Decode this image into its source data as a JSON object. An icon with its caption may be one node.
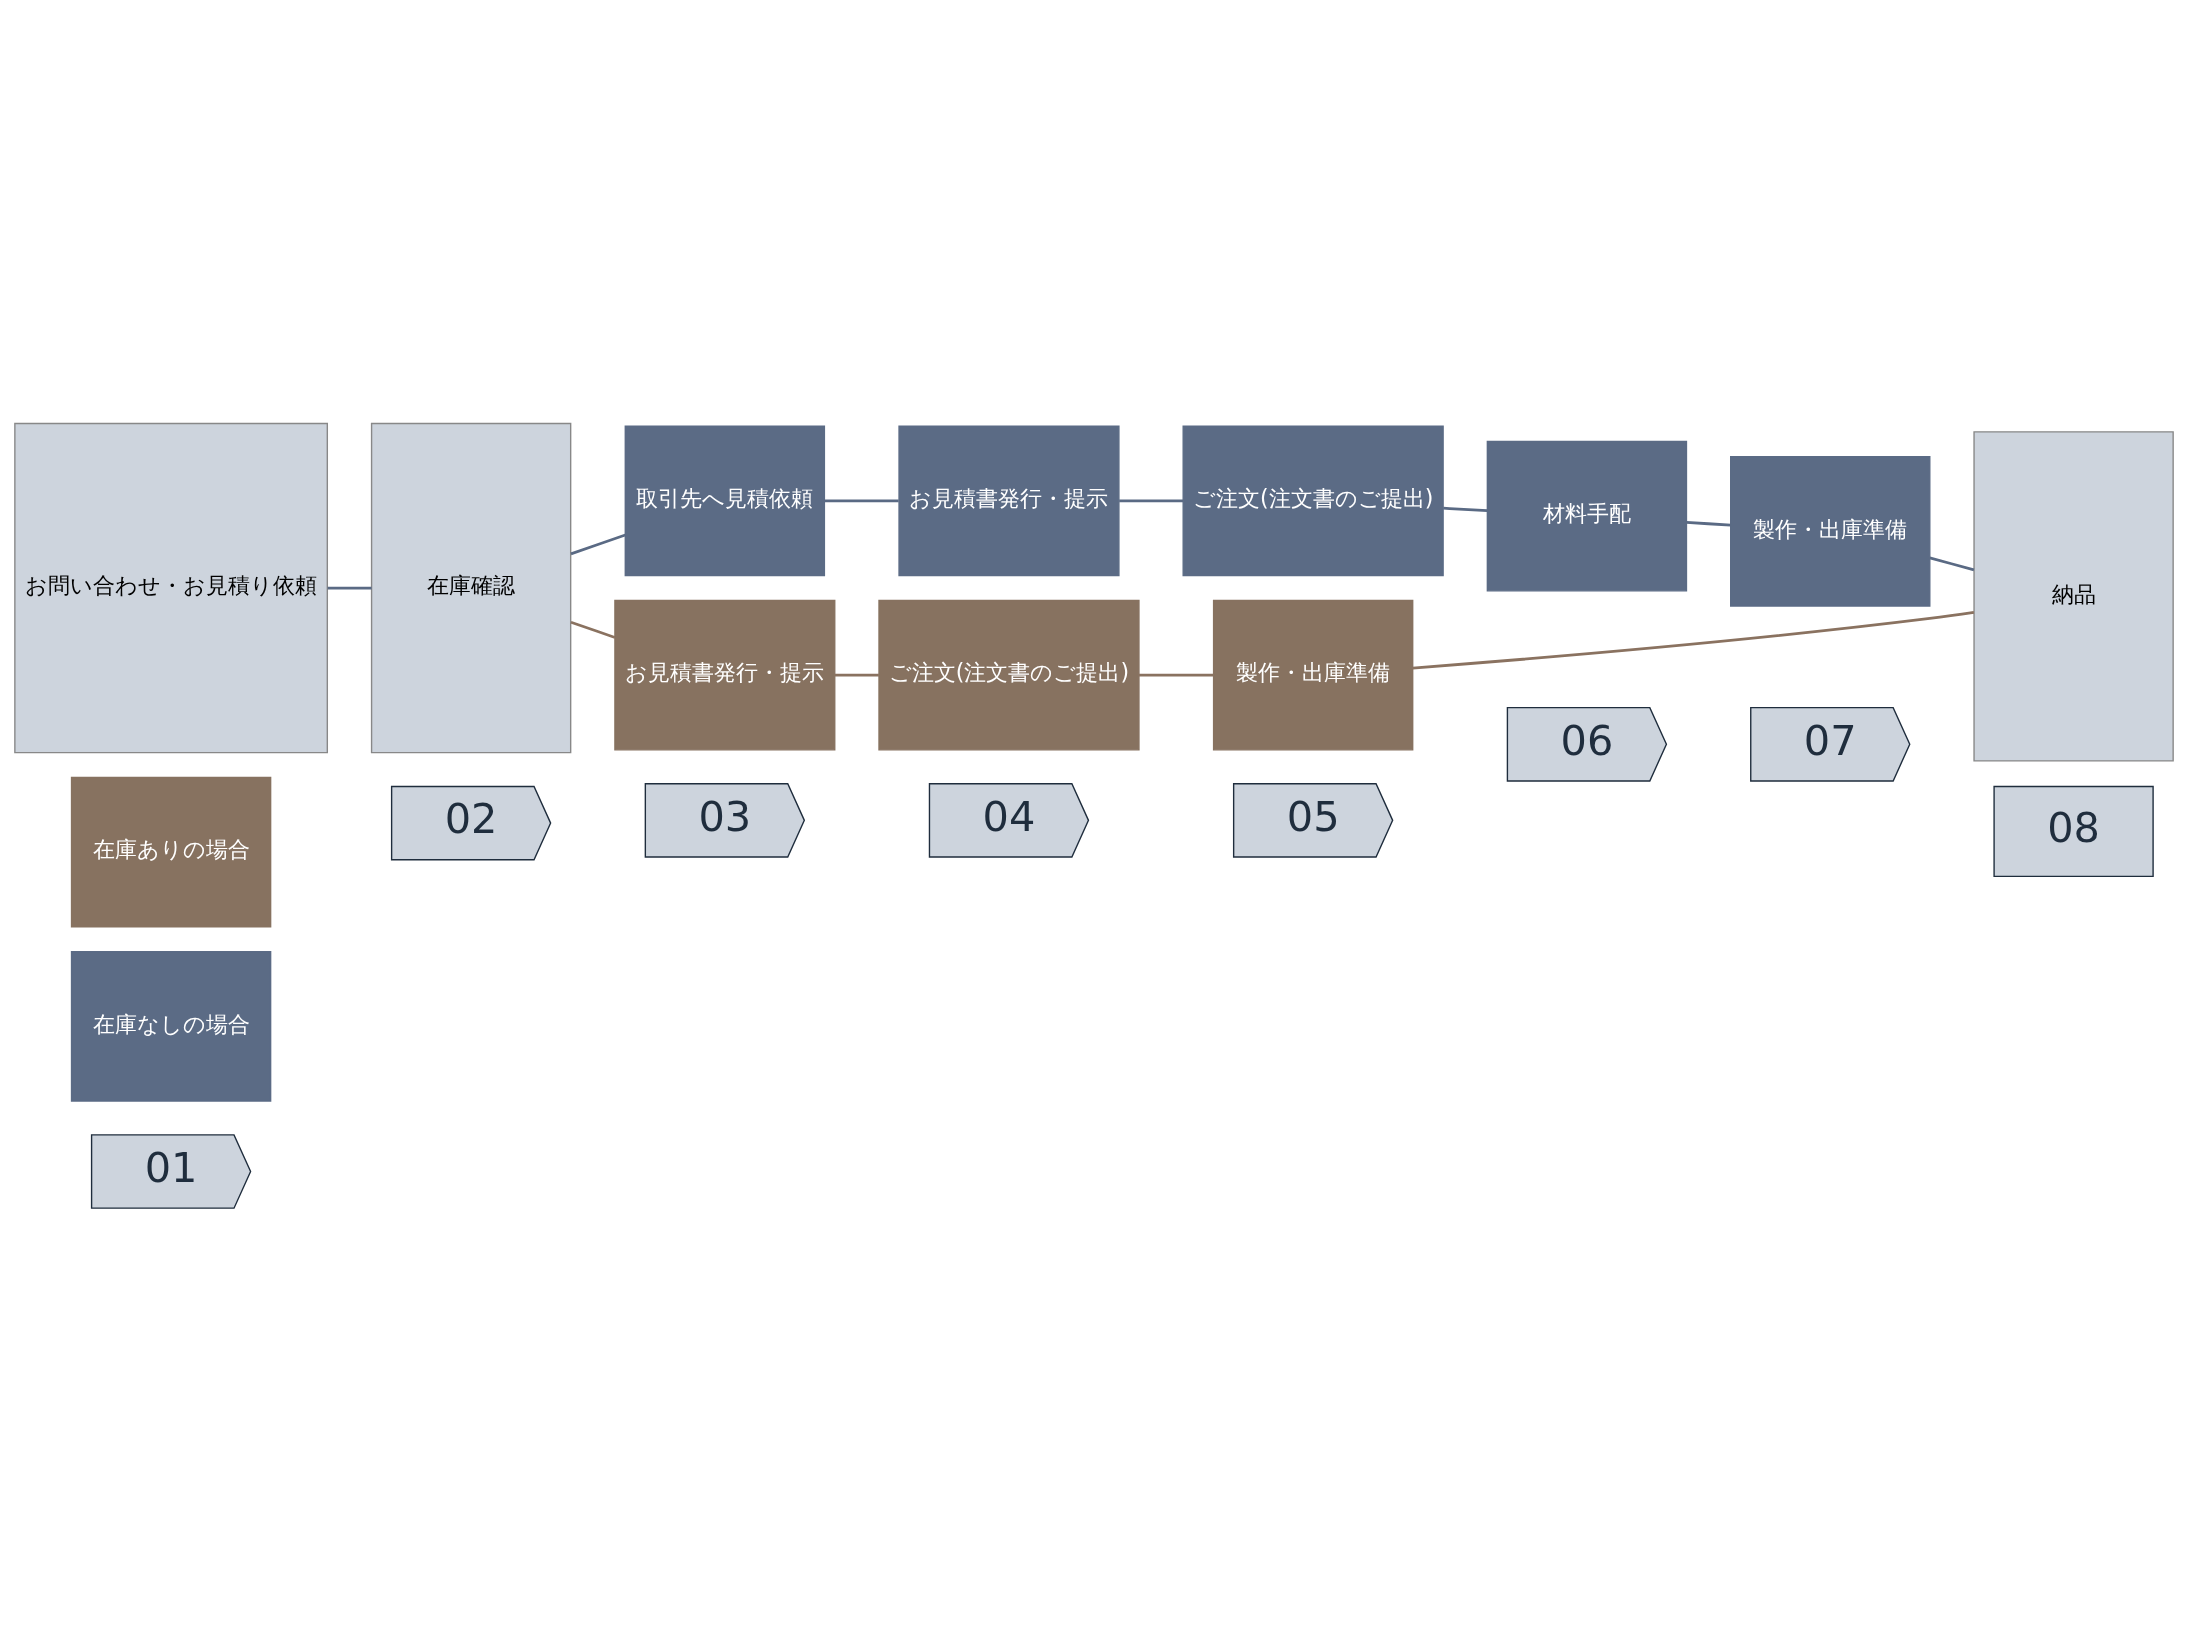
{
  "diagram": {
    "nodes": [
      {
        "text": [
          "01"
        ]
      },
      {
        "text": [
          "02"
        ]
      },
      {
        "text": [
          "03"
        ]
      },
      {
        "text": [
          "04"
        ]
      },
      {
        "text": [
          "05"
        ]
      },
      {
        "text": [
          "06"
        ]
      },
      {
        "text": [
          "07"
        ]
      },
      {
        "text": [
          "08"
        ]
      },
      {
        "text": [
          "在庫なしの場合"
        ]
      },
      {
        "text": [
          "在庫ありの場合"
        ]
      },
      {
        "text": [
          "お問い合わせ・お見積り依頼"
        ]
      },
      {
        "text": [
          "在庫確認"
        ]
      },
      {
        "text": [
          "取引先へ見積依頼"
        ]
      },
      {
        "text": [
          "お見積書発行・提示"
        ]
      },
      {
        "text": [
          "ご注文(注文書のご提出)"
        ]
      },
      {
        "text": [
          "材料手配"
        ]
      },
      {
        "text": [
          "製作・出庫準備"
        ]
      },
      {
        "text": [
          "お見積書発行・提示"
        ]
      },
      {
        "text": [
          "ご注文(注文書のご提出)"
        ]
      },
      {
        "text": [
          "製作・出庫準備"
        ]
      },
      {
        "text": [
          "納品"
        ]
      }
    ],
    "edges": [
      {
        "from": 10,
        "to": 11,
        "arrow": "none"
      },
      {
        "from": 11,
        "to": 12,
        "arrow": "none"
      },
      {
        "from": 12,
        "to": 13,
        "arrow": "none"
      },
      {
        "from": 13,
        "to": 14,
        "arrow": "none"
      },
      {
        "from": 14,
        "to": 15,
        "arrow": "none"
      },
      {
        "from": 15,
        "to": 16,
        "arrow": "none"
      },
      {
        "from": 16,
        "to": 20,
        "arrow": "none"
      },
      {
        "from": 11,
        "to": 17,
        "arrow": "none",
        "color": "#8a7260"
      },
      {
        "from": 17,
        "to": 18,
        "arrow": "none",
        "color": "#8a7260"
      },
      {
        "from": 18,
        "to": 19,
        "arrow": "none",
        "color": "#8a7260"
      },
      {
        "from": 19,
        "to": 20,
        "arrow": "none",
        "color": "#8a7260"
      }
    ]
  }
}
